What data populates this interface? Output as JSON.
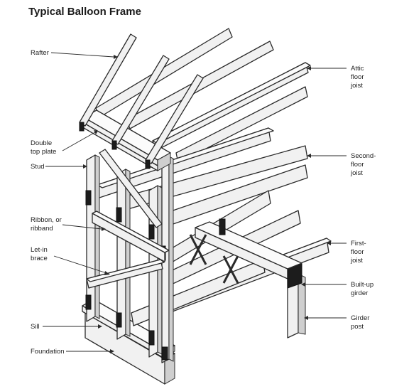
{
  "title": "Typical Balloon Frame",
  "labels_left": {
    "rafter": "Rafter",
    "double_top_plate": [
      "Double",
      "top plate"
    ],
    "stud": "Stud",
    "ribbon": [
      "Ribbon, or",
      "ribband"
    ],
    "let_in_brace": [
      "Let-in",
      "brace"
    ],
    "sill": "Sill",
    "foundation": "Foundation"
  },
  "labels_right": {
    "attic_floor_joist": [
      "Attic",
      "floor",
      "joist"
    ],
    "second_floor_joist": [
      "Second-",
      "floor",
      "joist"
    ],
    "first_floor_joist": [
      "First-",
      "floor",
      "joist"
    ],
    "built_up_girder": [
      "Built-up",
      "girder"
    ],
    "girder_post": [
      "Girder",
      "post"
    ]
  }
}
